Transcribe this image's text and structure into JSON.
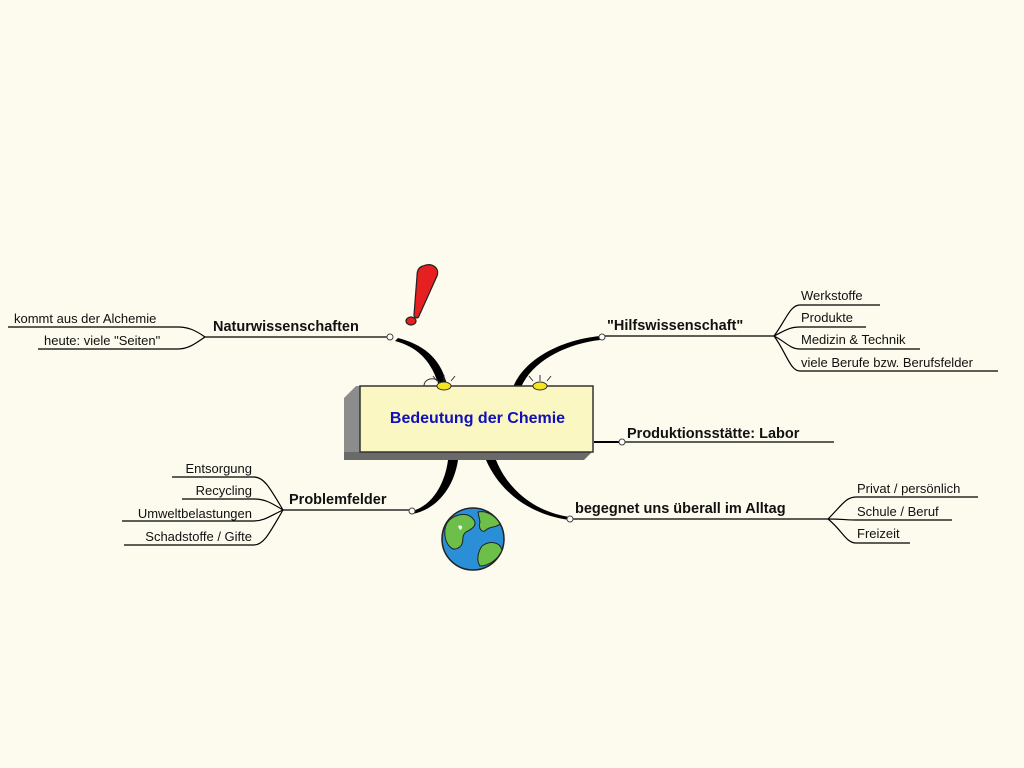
{
  "center": {
    "title": "Bedeutung der Chemie"
  },
  "branches": {
    "naturwissenschaften": {
      "label": "Naturwissenschaften",
      "items": [
        "kommt aus der Alchemie",
        "heute: viele \"Seiten\""
      ]
    },
    "hilfswissenschaft": {
      "label": "\"Hilfswissenschaft\"",
      "items": [
        "Werkstoffe",
        "Produkte",
        "Medizin & Technik",
        "viele Berufe bzw. Berufsfelder"
      ]
    },
    "produktion": {
      "label": "Produktionsstätte: Labor"
    },
    "alltag": {
      "label": "begegnet uns überall im Alltag",
      "items": [
        "Privat / persönlich",
        "Schule / Beruf",
        "Freizeit"
      ]
    },
    "problemfelder": {
      "label": "Problemfelder",
      "items": [
        "Entsorgung",
        "Recycling",
        "Umweltbelastungen",
        "Schadstoffe / Gifte"
      ]
    }
  },
  "icons": {
    "exclamation": "exclamation-icon",
    "globe": "globe-icon",
    "lamp": "lamp-icon"
  },
  "colors": {
    "background": "#fdfaee",
    "box_face": "#fbf7c2",
    "box_side": "#8c8c8c",
    "title": "#1010b8",
    "exclamation": "#e62020"
  }
}
